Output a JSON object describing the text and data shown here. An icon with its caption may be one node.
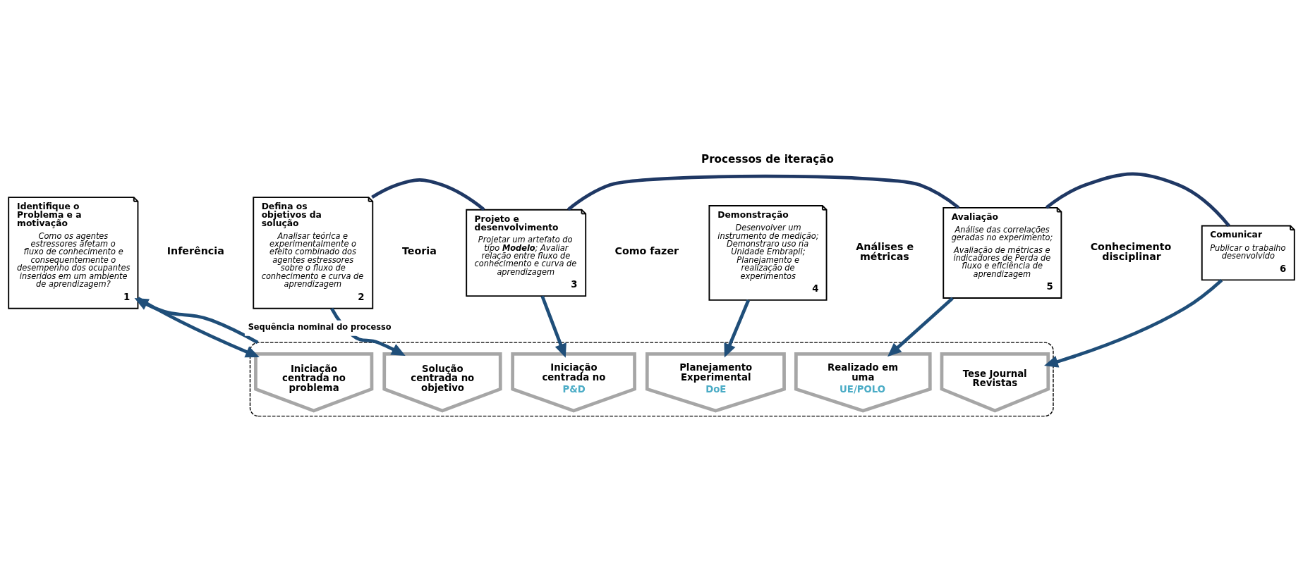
{
  "diagram": {
    "nodes": [
      {
        "text": [
          "Identifique o Problema e a motivação",
          "Como os agentes estressores afetam o fluxo de conhecimento e consequentemente o desempenho dos ocupantes inseridos em um ambiente de aprendizagem?",
          "1"
        ]
      },
      {
        "text": [
          "Defina os objetivos da solução",
          "Analisar teórica e experimentalmente o efeito combinado dos agentes estressores sobre o fluxo de conhecimento e curva de aprendizagem",
          "2"
        ]
      },
      {
        "text": [
          "Projeto e desenvolvimento",
          "Projetar um artefato do tipo **Modelo**; Avaliar relação entre fluxo de conhecimento e curva de aprendizagem",
          "3"
        ]
      },
      {
        "text": [
          "Demonstração",
          "Desenvolver um instrumento de medição; Demonstraro uso na Unidade Embrapii; Planejamento e realização de experimentos",
          "4"
        ]
      },
      {
        "text": [
          "Avaliação",
          "Análise das correlações geradas no experimento;",
          "Avaliação de métricas e indicadores de Perda de fluxo e eficiência de aprendizagem",
          "5"
        ]
      },
      {
        "text": [
          "Comunicar",
          "Publicar o trabalho desenvolvido",
          "6"
        ]
      },
      {
        "text": [],
        "shape": "box"
      },
      {
        "text": [
          "Iniciação centrada no problema"
        ],
        "in": 6
      },
      {
        "text": [
          "Solução centrada no objetivo"
        ],
        "in": 6
      },
      {
        "text": [
          "Iniciação centrada no",
          "P&D"
        ],
        "in": 6
      },
      {
        "text": [
          "Planejamento Experimental",
          "DoE"
        ],
        "in": 6
      },
      {
        "text": [
          "Realizado em uma",
          "UE/POLO"
        ],
        "in": 6
      },
      {
        "text": [
          "Tese Journal Revistas"
        ],
        "in": 6
      }
    ],
    "edges": [
      {
        "from": 6,
        "to": 0,
        "arrow": "to",
        "label": "Sequência nominal do processo"
      },
      {
        "from": 1,
        "to": 2,
        "arrow": "none",
        "color": "#1f3864"
      },
      {
        "from": 2,
        "to": 4,
        "arrow": "none",
        "color": "#1f3864"
      },
      {
        "from": 4,
        "to": 5,
        "arrow": "none",
        "color": "#1f3864"
      },
      {
        "from": 0,
        "to": 7,
        "arrow": "to"
      },
      {
        "from": 1,
        "to": 8,
        "arrow": "to"
      },
      {
        "from": 2,
        "to": 9,
        "arrow": "to"
      },
      {
        "from": 3,
        "to": 10,
        "arrow": "to"
      },
      {
        "from": 4,
        "to": 11,
        "arrow": "to"
      },
      {
        "from": 5,
        "to": 12,
        "arrow": "to"
      }
    ],
    "labels": [
      "Processos de iteração",
      "Inferência",
      "Teoria",
      "Como fazer",
      "Análises e métricas",
      "Conhecimento disciplinar"
    ]
  }
}
